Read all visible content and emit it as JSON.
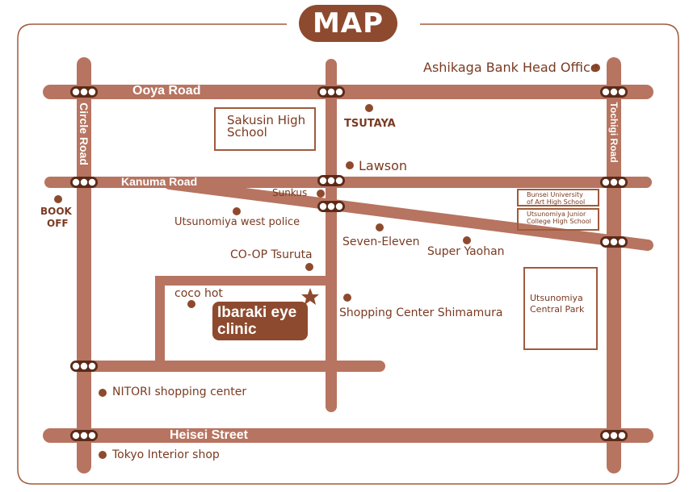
{
  "title": "MAP",
  "colors": {
    "road": "#b77460",
    "accent": "#8e4a2e",
    "text": "#7a3a22",
    "frame": "#a05a3c"
  },
  "roads": {
    "ooya": "Ooya Road",
    "kanuma": "Kanuma Road",
    "circle": "Circle Road",
    "tochigi": "Tochigi Road",
    "heisei": "Heisei Street"
  },
  "landmarks": {
    "ashikaga": "Ashikaga Bank Head Office",
    "tsutaya": "TSUTAYA",
    "lawson": "Lawson",
    "sunkus": "Sunkus",
    "book_off_1": "BOOK",
    "book_off_2": "OFF",
    "west_police": "Utsunomiya west police",
    "seven_eleven": "Seven-Eleven",
    "super_yaohan": "Super Yaohan",
    "coop": "CO-OP Tsuruta",
    "coco_hot": "coco hot",
    "shimamura": "Shopping Center Shimamura",
    "nitori": "NITORI shopping center",
    "tokyo_interior": "Tokyo Interior shop"
  },
  "buildings": {
    "sakusin_1": "Sakusin High",
    "sakusin_2": "School",
    "bunsei_1": "Bunsei University",
    "bunsei_2": "of Art High School",
    "junior_1": "Utsunomiya Junior",
    "junior_2": "College High School",
    "park_1": "Utsunomiya",
    "park_2": "Central Park"
  },
  "clinic": {
    "line1": "Ibaraki eye",
    "line2": "clinic",
    "marker_icon": "star-icon"
  },
  "icons": {
    "traffic_light": "traffic-signal-icon",
    "landmark": "location-dot-icon"
  }
}
